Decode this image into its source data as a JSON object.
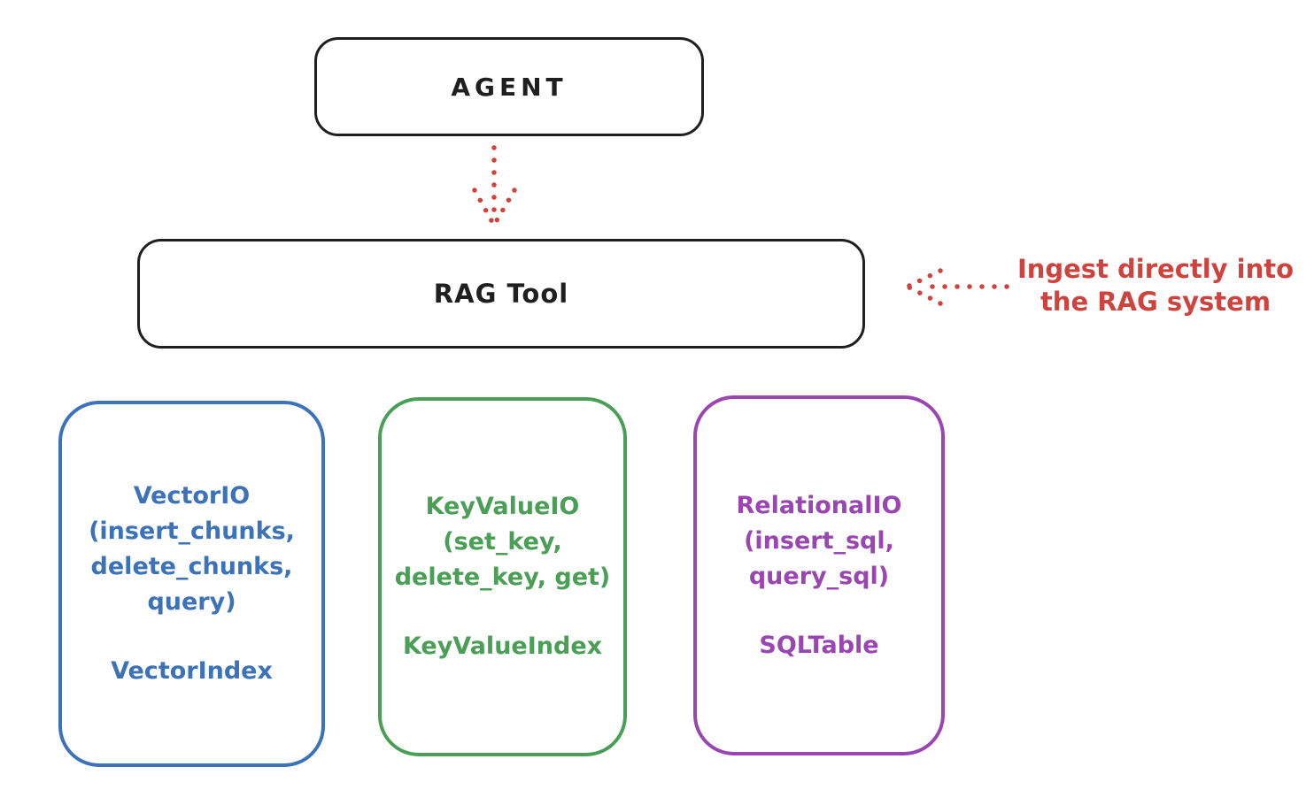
{
  "colors": {
    "background": "#ffffff",
    "ink": "#1f1f1f",
    "red": "#cf433f",
    "blue": "#3b72b8",
    "green": "#4a9e56",
    "purple": "#9a46b2"
  },
  "agent_box": {
    "label": "AGENT"
  },
  "rag_tool_box": {
    "label": "RAG Tool"
  },
  "annotation": {
    "line1": "Ingest directly into",
    "line2": "the RAG system"
  },
  "io_boxes": [
    {
      "name": "vector",
      "color": "#3b72b8",
      "lines": [
        "VectorIO",
        "(insert_chunks,",
        "delete_chunks,",
        "query)"
      ],
      "index_label": "VectorIndex"
    },
    {
      "name": "keyvalue",
      "color": "#4a9e56",
      "lines": [
        "KeyValueIO",
        "(set_key,",
        "delete_key, get)"
      ],
      "index_label": "KeyValueIndex"
    },
    {
      "name": "relational",
      "color": "#9a46b2",
      "lines": [
        "RelationalIO",
        "(insert_sql,",
        "query_sql)"
      ],
      "index_label": "SQLTable"
    }
  ]
}
